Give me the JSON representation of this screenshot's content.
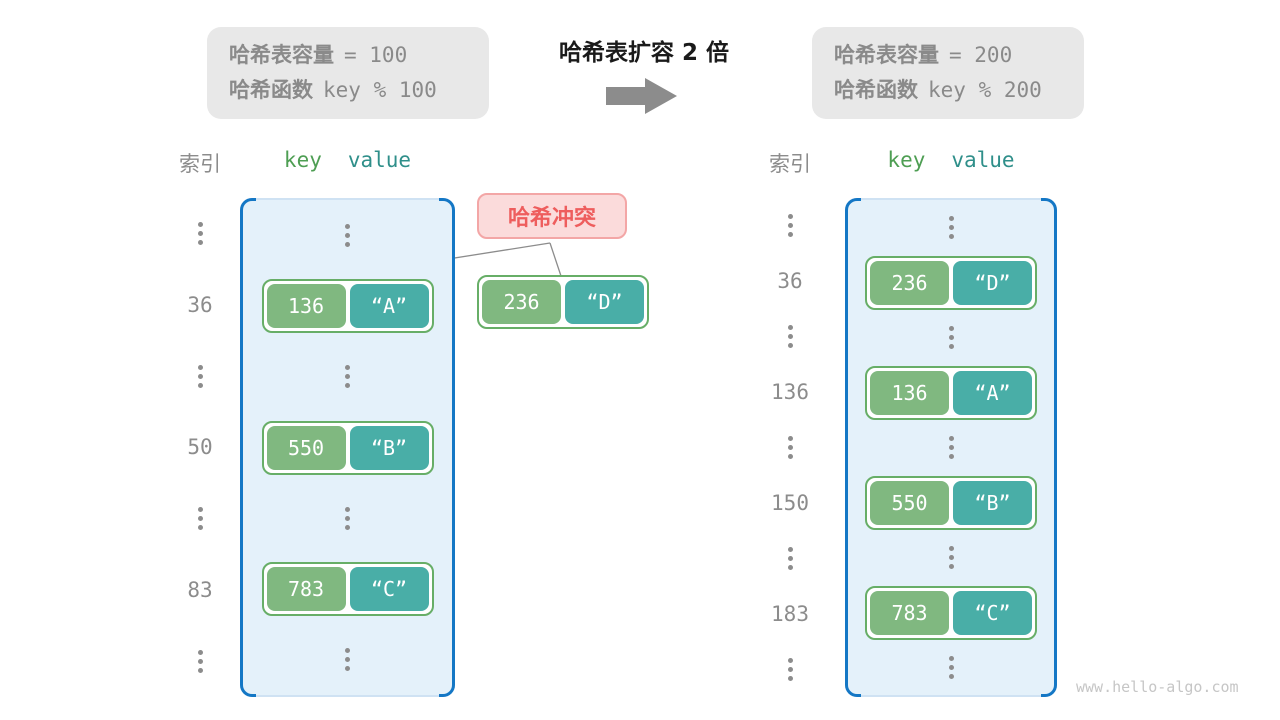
{
  "page": {
    "watermark": "www.hello-algo.com"
  },
  "header": {
    "title": "哈希表扩容 2 倍",
    "arrow_icon": "right-block-arrow",
    "left_box": {
      "lines": [
        {
          "label": "哈希表容量",
          "value": "= 100"
        },
        {
          "label": "哈希函数",
          "value": "key % 100"
        }
      ]
    },
    "right_box": {
      "lines": [
        {
          "label": "哈希表容量",
          "value": "= 200"
        },
        {
          "label": "哈希函数",
          "value": "key % 200"
        }
      ]
    }
  },
  "collision": {
    "label": "哈希冲突",
    "pair": {
      "key": "236",
      "value": "“D”"
    }
  },
  "tables": {
    "left": {
      "index_header": "索引",
      "key_header": "key",
      "value_header": "value",
      "rows": [
        {
          "type": "dots"
        },
        {
          "type": "pair",
          "index": "36",
          "key": "136",
          "value": "“A”"
        },
        {
          "type": "dots"
        },
        {
          "type": "pair",
          "index": "50",
          "key": "550",
          "value": "“B”"
        },
        {
          "type": "dots"
        },
        {
          "type": "pair",
          "index": "83",
          "key": "783",
          "value": "“C”"
        },
        {
          "type": "dots"
        }
      ]
    },
    "right": {
      "index_header": "索引",
      "key_header": "key",
      "value_header": "value",
      "rows": [
        {
          "type": "dots"
        },
        {
          "type": "pair",
          "index": "36",
          "key": "236",
          "value": "“D”"
        },
        {
          "type": "dots"
        },
        {
          "type": "pair",
          "index": "136",
          "key": "136",
          "value": "“A”"
        },
        {
          "type": "dots"
        },
        {
          "type": "pair",
          "index": "150",
          "key": "550",
          "value": "“B”"
        },
        {
          "type": "dots"
        },
        {
          "type": "pair",
          "index": "183",
          "key": "783",
          "value": "“C”"
        },
        {
          "type": "dots"
        }
      ]
    }
  },
  "colors": {
    "bracket_blue": "#1477C5",
    "bucket_fill": "#E4F1FA",
    "key_green": "#80B880",
    "value_teal": "#49AEA7",
    "pair_border_green": "#67AE67",
    "key_header_green": "#4E9E53",
    "value_header_teal": "#2F8F8A",
    "collision_red": "#EE5D5D",
    "collision_fill": "#FBDBDB",
    "info_gray_fill": "#E8E8E8",
    "text_gray": "#8C8C8C",
    "arrow_gray": "#8C8C8C"
  }
}
